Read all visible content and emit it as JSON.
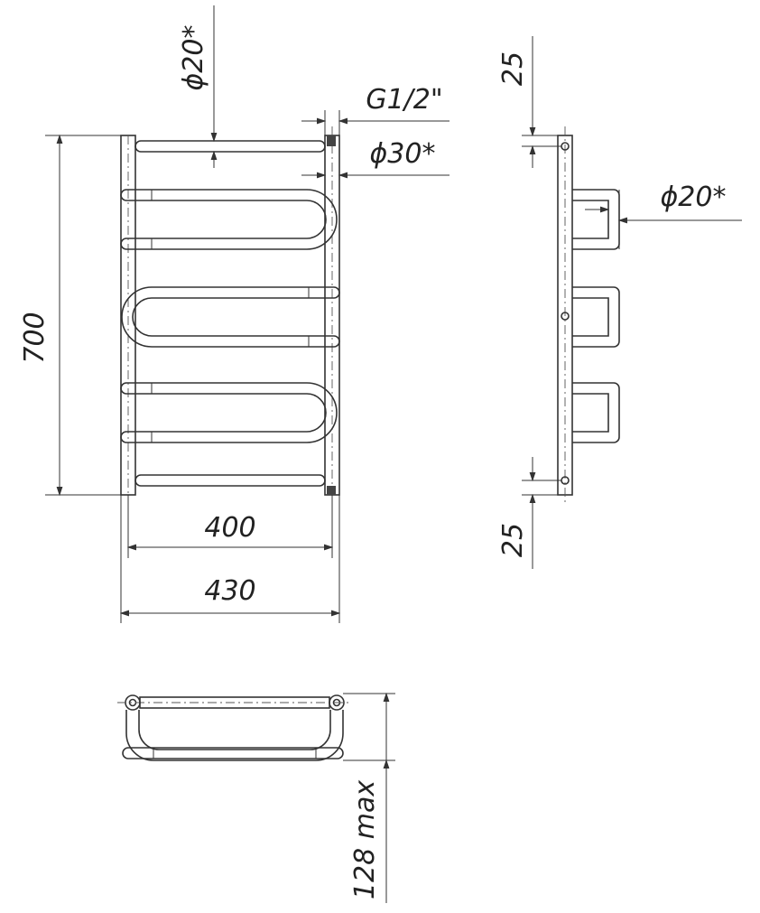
{
  "drawing": {
    "front_view": {
      "dim_height": "700",
      "dim_inner_width": "400",
      "dim_outer_width": "430",
      "dim_rail_diameter": "ϕ20*",
      "dim_thread": "G1/2\"",
      "dim_riser_diameter": "ϕ30*"
    },
    "side_view": {
      "dim_top_offset": "25",
      "dim_bottom_offset": "25",
      "dim_rail_diameter": "ϕ20*"
    },
    "top_view": {
      "dim_depth": "128 max"
    }
  },
  "colors": {
    "line": "#333333",
    "background": "#ffffff"
  }
}
